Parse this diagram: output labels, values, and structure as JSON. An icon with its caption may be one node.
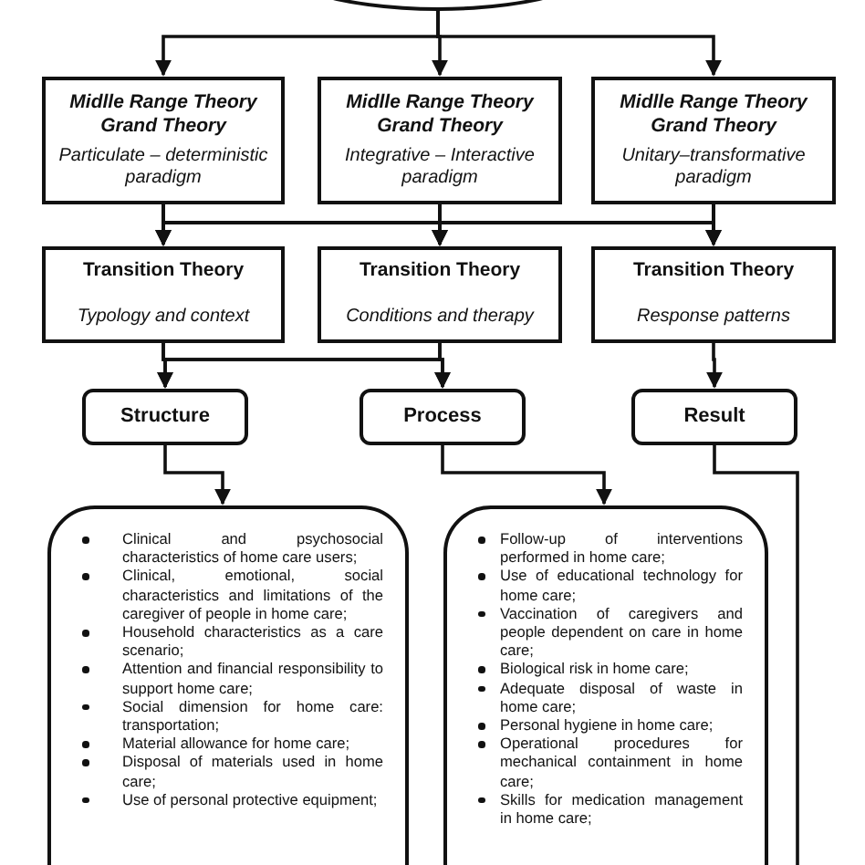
{
  "diagram": {
    "nodes": [
      {
        "text": [],
        "shape": "ellipse"
      },
      {
        "text": [
          "Midlle Range Theory Grand Theory",
          "Particulate – deterministic paradigm"
        ]
      },
      {
        "text": [
          "Midlle Range Theory Grand Theory",
          "Integrative – Interactive paradigm"
        ]
      },
      {
        "text": [
          "Midlle Range Theory Grand Theory",
          "Unitary–transformative paradigm"
        ]
      },
      {
        "text": [
          "Transition Theory",
          "Typology and context"
        ]
      },
      {
        "text": [
          "Transition Theory",
          "Conditions and therapy"
        ]
      },
      {
        "text": [
          "Transition Theory",
          "Response patterns"
        ]
      },
      {
        "text": [
          "Structure"
        ]
      },
      {
        "text": [
          "Process"
        ]
      },
      {
        "text": [
          "Result"
        ]
      },
      {
        "text": [
          "Clinical and psychosocial characteristics of home care users;",
          "Clinical, emotional, social characteristics and limitations of the caregiver of people in home care;",
          "Household characteristics as a care scenario;",
          "Attention and financial responsibility to support home care;",
          "Social dimension for home care: transportation;",
          "Material allowance for home care;",
          "Disposal of materials used in home care;",
          "Use of personal protective equipment;"
        ]
      },
      {
        "text": [
          "Follow-up of interventions performed in home care;",
          "Use of educational technology for home care;",
          "Vaccination of caregivers and people dependent on care in home care;",
          "Biological risk in home care;",
          "Adequate disposal of waste in home care;",
          "Personal hygiene in home care;",
          "Operational procedures for mechanical containment in home care;",
          "Skills for medication management in home care;"
        ]
      }
    ],
    "edges": [
      {
        "from": 0,
        "to": 1,
        "arrow": "to"
      },
      {
        "from": 0,
        "to": 2,
        "arrow": "to"
      },
      {
        "from": 0,
        "to": 3,
        "arrow": "to"
      },
      {
        "from": 1,
        "to": 4,
        "arrow": "to"
      },
      {
        "from": 1,
        "to": 5,
        "arrow": "to"
      },
      {
        "from": 1,
        "to": 6,
        "arrow": "to"
      },
      {
        "from": 2,
        "to": 4,
        "arrow": "to"
      },
      {
        "from": 2,
        "to": 5,
        "arrow": "to"
      },
      {
        "from": 2,
        "to": 6,
        "arrow": "to"
      },
      {
        "from": 3,
        "to": 4,
        "arrow": "to"
      },
      {
        "from": 3,
        "to": 5,
        "arrow": "to"
      },
      {
        "from": 3,
        "to": 6,
        "arrow": "to"
      },
      {
        "from": 4,
        "to": 7,
        "arrow": "to"
      },
      {
        "from": 4,
        "to": 8,
        "arrow": "to"
      },
      {
        "from": 5,
        "to": 7,
        "arrow": "to"
      },
      {
        "from": 5,
        "to": 8,
        "arrow": "to"
      },
      {
        "from": 6,
        "to": 9,
        "arrow": "to"
      },
      {
        "from": 7,
        "to": 10,
        "arrow": "to"
      },
      {
        "from": 8,
        "to": 11,
        "arrow": "to"
      },
      {
        "from": 9,
        "to": null,
        "arrow": "none"
      }
    ]
  }
}
